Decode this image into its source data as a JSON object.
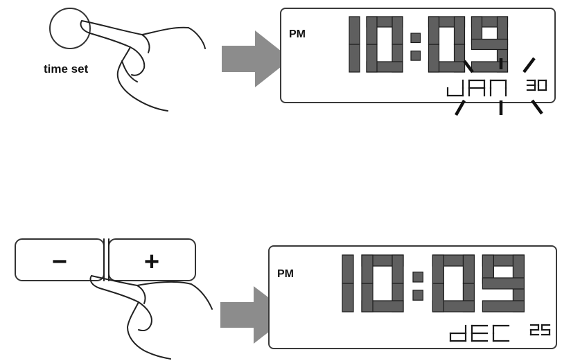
{
  "step1": {
    "button_label": "time set",
    "display": {
      "ampm": "PM",
      "time": "10:09",
      "month": "JAN",
      "day": "30"
    }
  },
  "step2": {
    "buttons": {
      "minus": "−",
      "plus": "+"
    },
    "display": {
      "ampm": "PM",
      "time": "10:09",
      "month": "dEC",
      "day": "25"
    }
  }
}
